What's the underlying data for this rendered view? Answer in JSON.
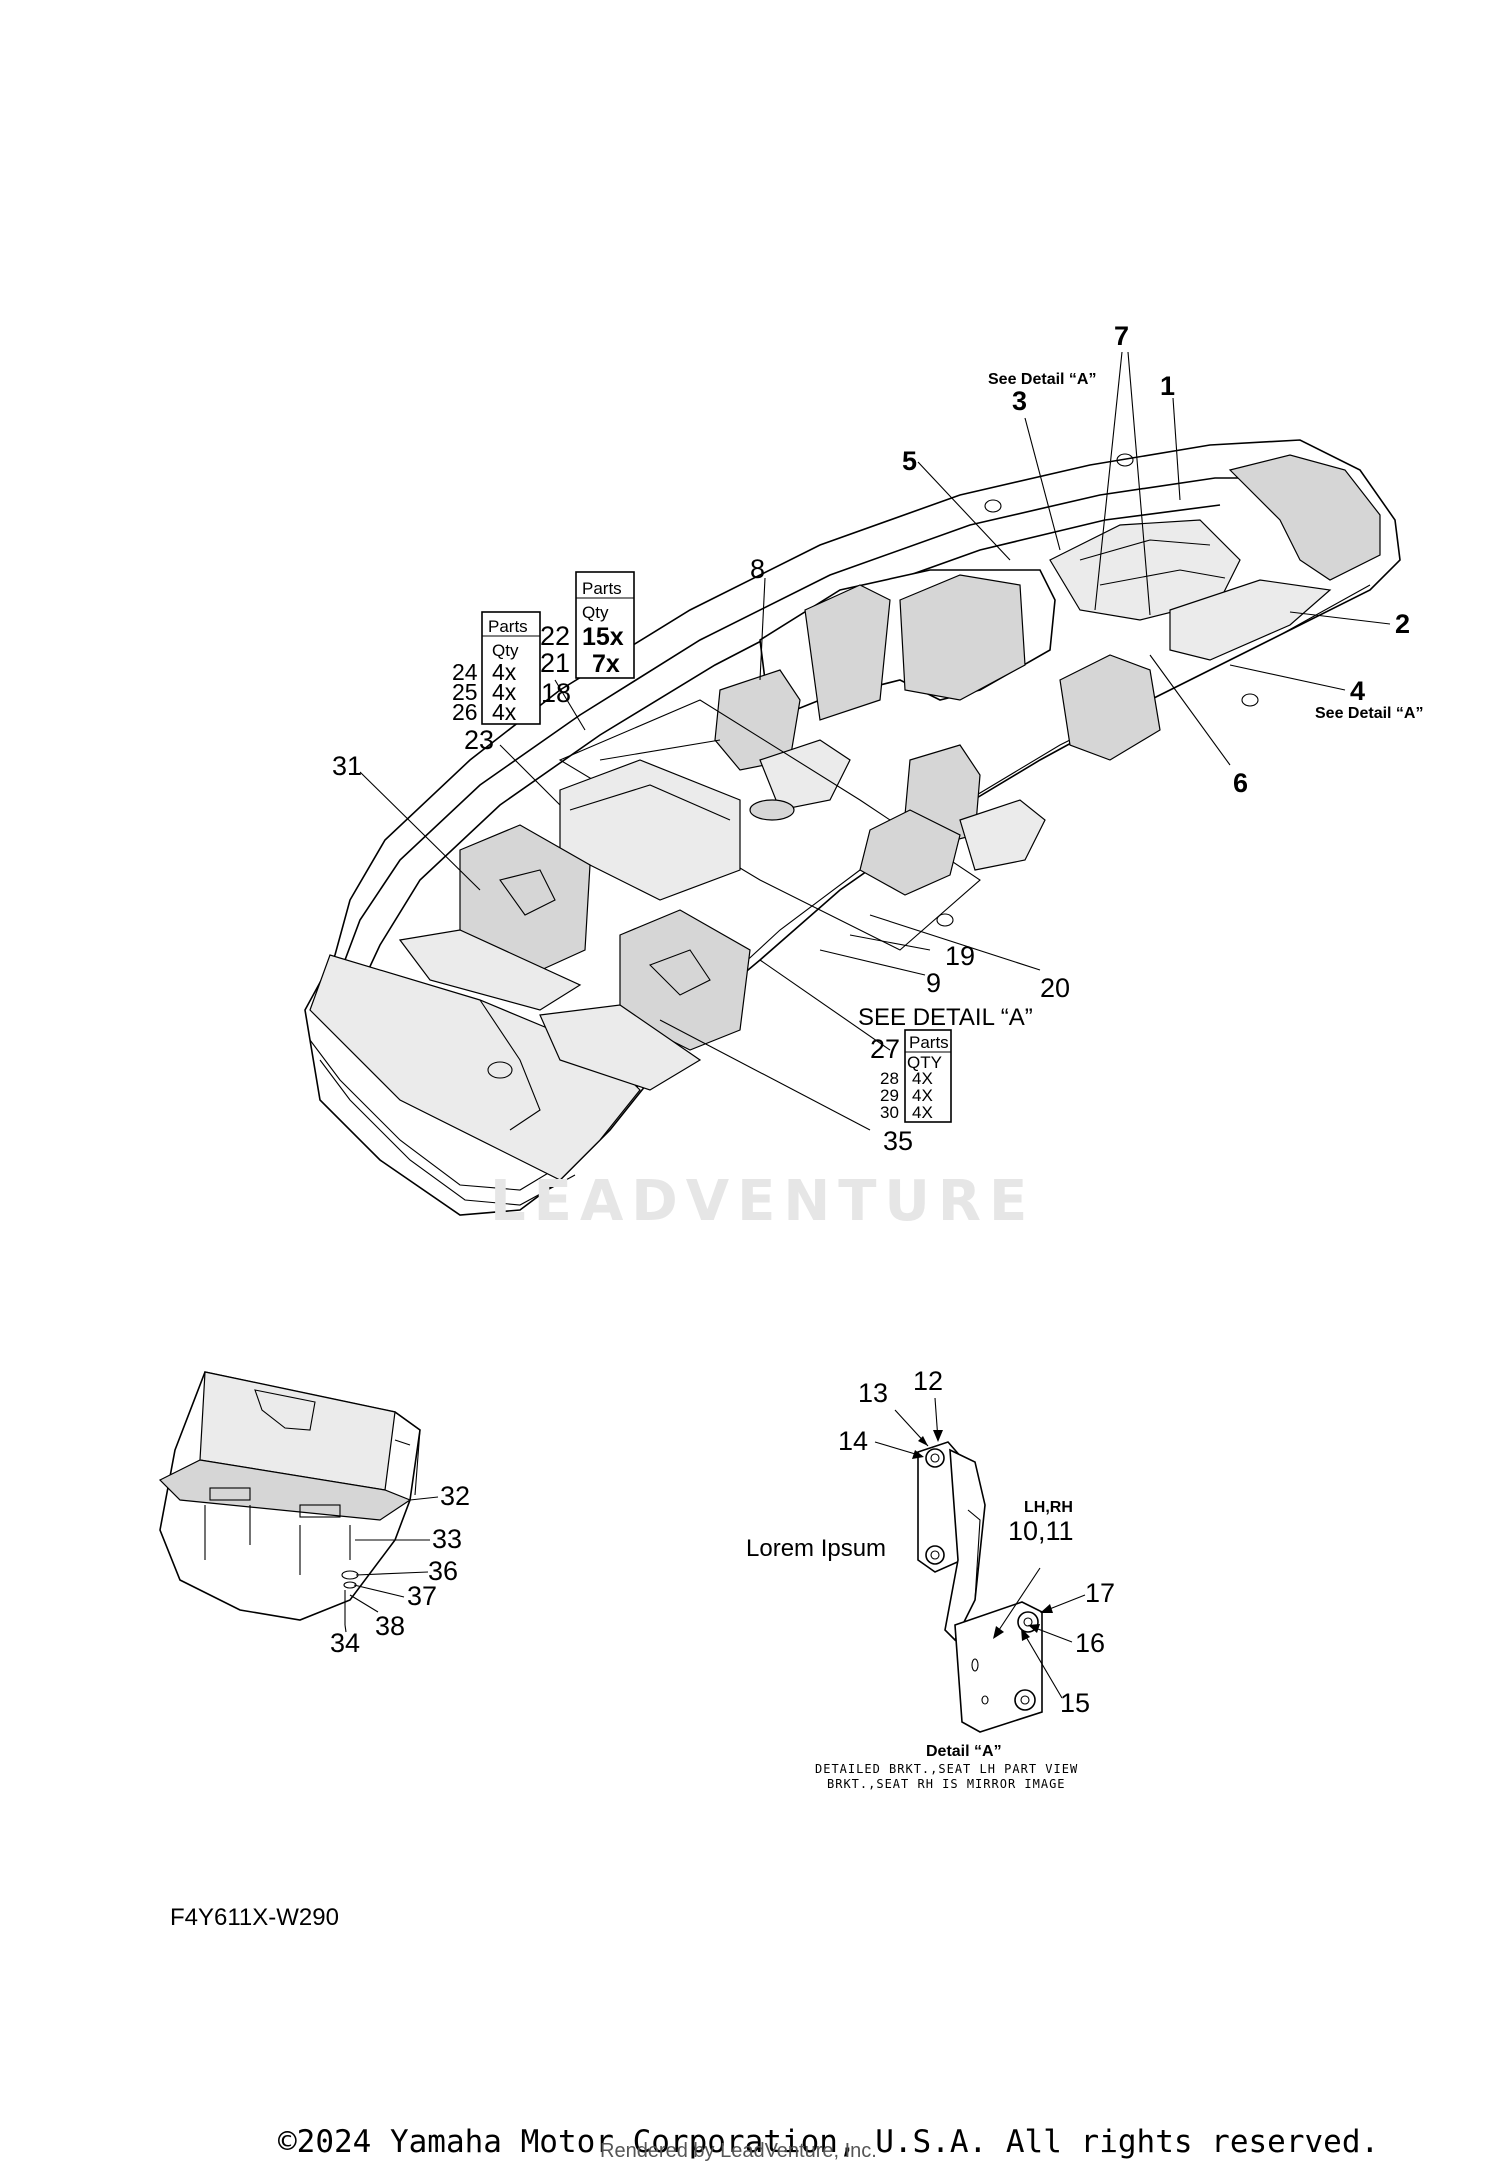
{
  "watermark": "LEADVENTURE",
  "drawing_code": "F4Y611X-W290",
  "copyright": "©2024 Yamaha Motor Corporation, U.S.A. All rights reserved.",
  "rendered_by": "Rendered by LeadVenture, Inc.",
  "callouts": {
    "c1": "1",
    "c2": "2",
    "c3": "3",
    "c4": "4",
    "c5": "5",
    "c6": "6",
    "c7": "7",
    "c8": "8",
    "c9": "9",
    "c10_11": "10,11",
    "c12": "12",
    "c13": "13",
    "c14": "14",
    "c15": "15",
    "c16": "16",
    "c17": "17",
    "c18": "18",
    "c19": "19",
    "c20": "20",
    "c21": "21",
    "c22": "22",
    "c23": "23",
    "c27": "27",
    "c31": "31",
    "c32": "32",
    "c33": "33",
    "c34": "34",
    "c35": "35",
    "c36": "36",
    "c37": "37",
    "c38": "38"
  },
  "notes": {
    "see_detail_a_3": "See Detail “A”",
    "see_detail_a_4": "See Detail “A”",
    "see_detail_a_27": "SEE DETAIL “A”",
    "lh_rh": "LH,RH",
    "lorem": "Lorem Ipsum",
    "detail_title": "Detail “A”",
    "detail_line1": "DETAILED BRKT.,SEAT LH PART VIEW",
    "detail_line2": "BRKT.,SEAT RH IS MIRROR IMAGE"
  },
  "qty_tables": {
    "t24": {
      "h1": "Parts",
      "h2": "Qty",
      "rows": [
        {
          "part": "24",
          "qty": "4x"
        },
        {
          "part": "25",
          "qty": "4x"
        },
        {
          "part": "26",
          "qty": "4x"
        }
      ]
    },
    "t15": {
      "h1": "Parts",
      "h2": "Qty",
      "rows": [
        {
          "part": "22",
          "qty": "15x"
        },
        {
          "part": "21",
          "qty": "7x"
        }
      ]
    },
    "t28": {
      "h1": "Parts",
      "h2": "QTY",
      "rows": [
        {
          "part": "28",
          "qty": "4X"
        },
        {
          "part": "29",
          "qty": "4X"
        },
        {
          "part": "30",
          "qty": "4X"
        }
      ]
    }
  }
}
